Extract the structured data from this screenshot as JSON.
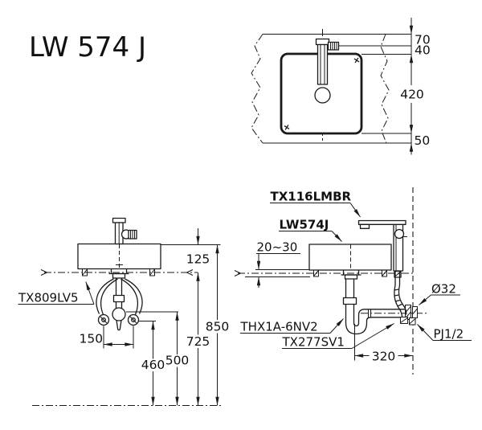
{
  "colors": {
    "line": "#1a1a1a",
    "background": "#ffffff"
  },
  "title": "LW 574 J",
  "top_view": {
    "dim_70": "70",
    "dim_40": "40",
    "dim_420": "420",
    "dim_50": "50"
  },
  "front_view": {
    "part_label": "TX809LV5",
    "dim_125": "125",
    "dim_850": "850",
    "dim_725": "725",
    "dim_500": "500",
    "dim_460": "460",
    "dim_150": "150"
  },
  "side_view": {
    "faucet_label": "TX116LMBR",
    "basin_label": "LW574J",
    "trap_label": "THX1A-6NV2",
    "supply_label": "TX277SV1",
    "diameter_label": "Ø32",
    "connection_label": "PJ1/2",
    "dim_wall_gap": "20~30",
    "dim_320": "320"
  }
}
